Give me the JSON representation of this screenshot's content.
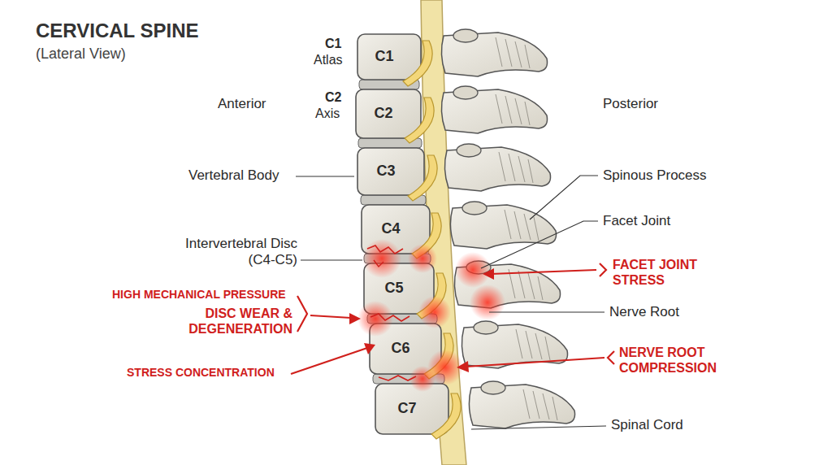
{
  "diagram": {
    "title": "CERVICAL SPINE",
    "labels": [
      "(Lateral View)",
      "C1",
      "Atlas",
      "C2",
      "Axis",
      "Anterior",
      "Posterior",
      "Vertebral Body",
      "Spinous Process",
      "Facet Joint",
      "Intervertebral Disc (C4-C5)",
      "FACET JOINT STRESS",
      "Nerve Root",
      "HIGH MECHANICAL PRESSURE",
      "DISC WEAR & DEGENERATION",
      "STRESS CONCENTRATION",
      "NERVE ROOT COMPRESSION",
      "Spinal Cord",
      "C1",
      "C2",
      "C3",
      "C4",
      "C5",
      "C6",
      "C7"
    ]
  }
}
